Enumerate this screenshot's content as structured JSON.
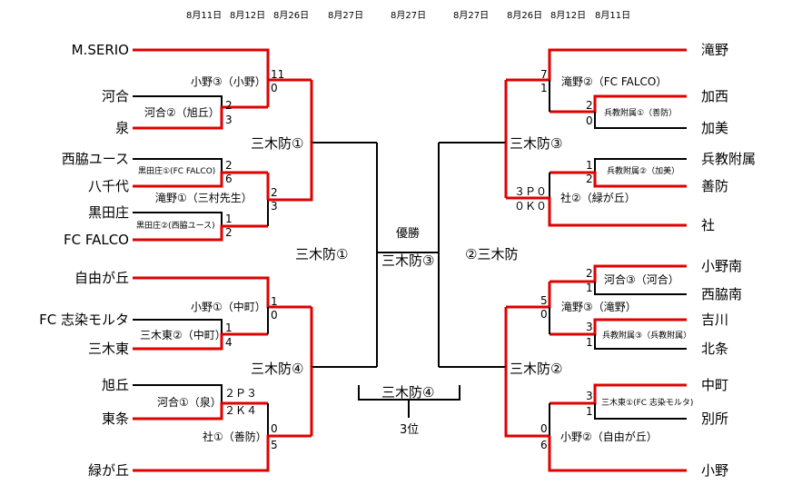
{
  "dates": {
    "left": [
      "8月11日",
      "8月12日",
      "8月26日",
      "8月27日"
    ],
    "center": "8月27日",
    "right": [
      "8月27日",
      "8月26日",
      "8月12日",
      "8月11日"
    ]
  },
  "left_teams": [
    "M.SERIO",
    "河合",
    "泉",
    "西脇ユース",
    "八千代",
    "黒田庄",
    "FC FALCO",
    "自由が丘",
    "FC 志染モルタ",
    "三木東",
    "旭丘",
    "東条",
    "緑が丘"
  ],
  "right_teams": [
    "滝野",
    "加西",
    "加美",
    "兵教附属",
    "善防",
    "社",
    "小野南",
    "西脇南",
    "吉川",
    "北条",
    "中町",
    "別所",
    "小野"
  ],
  "match_labels": {
    "l1": "河合②（旭丘）",
    "l2": "小野③（小野）",
    "l3": "黒田庄①(FC FALCO)",
    "l4": "黒田庄②(西脇ユース)",
    "l5": "滝野①（三村先生）",
    "l6": "小野①（中町）",
    "l7": "三木東②（中町）",
    "l8": "河合①（泉）",
    "l9": "社①（善防）",
    "r1": "兵教附属①（善防）",
    "r2": "滝野②（FC FALCO）",
    "r3": "兵教附属②（加美）",
    "r4": "社②（緑が丘）",
    "r5": "河合③（河合）",
    "r6": "兵教附属③（兵教附属）",
    "r7": "滝野③（滝野）",
    "r8": "三木東①(FC 志染モルタ)",
    "r9": "小野②（自由が丘）"
  },
  "scores": {
    "s_11": "11",
    "s_0a": "0",
    "s_2a": "2",
    "s_3a": "3",
    "s_2b": "2",
    "s_6": "6",
    "s_1a": "1",
    "s_2c": "2",
    "s_2d": "2",
    "s_3b": "3",
    "s_1b": "1",
    "s_0b": "0",
    "s_1c": "1",
    "s_4a": "4",
    "s_2pk": "２Ｐ３",
    "s_2pk2": "２Ｋ４",
    "s_0c": "0",
    "s_5a": "5",
    "r_7": "7",
    "r_1a": "1",
    "r_2a": "2",
    "r_0a": "0",
    "r_1b": "1",
    "r_2b": "2",
    "r_3p0": "３Ｐ０",
    "r_0k0": "０Ｋ０",
    "r_2c": "2",
    "r_1c": "1",
    "r_3a": "3",
    "r_1d": "1",
    "r_5": "5",
    "r_0b": "0",
    "r_3b": "3",
    "r_1e": "1",
    "r_0c": "0",
    "r_6": "6"
  },
  "round_winners": {
    "left_top": "三木防①",
    "left_bottom": "三木防④",
    "left_semi": "三木防①",
    "right_top": "三木防③",
    "right_bottom": "三木防②",
    "right_semi": "②三木防",
    "champion": "三木防③",
    "third": "三木防④"
  },
  "final_labels": {
    "champion_label": "優勝",
    "third_label": "3位"
  },
  "colors": {
    "winner_line": "#e00000",
    "line": "#000000"
  }
}
